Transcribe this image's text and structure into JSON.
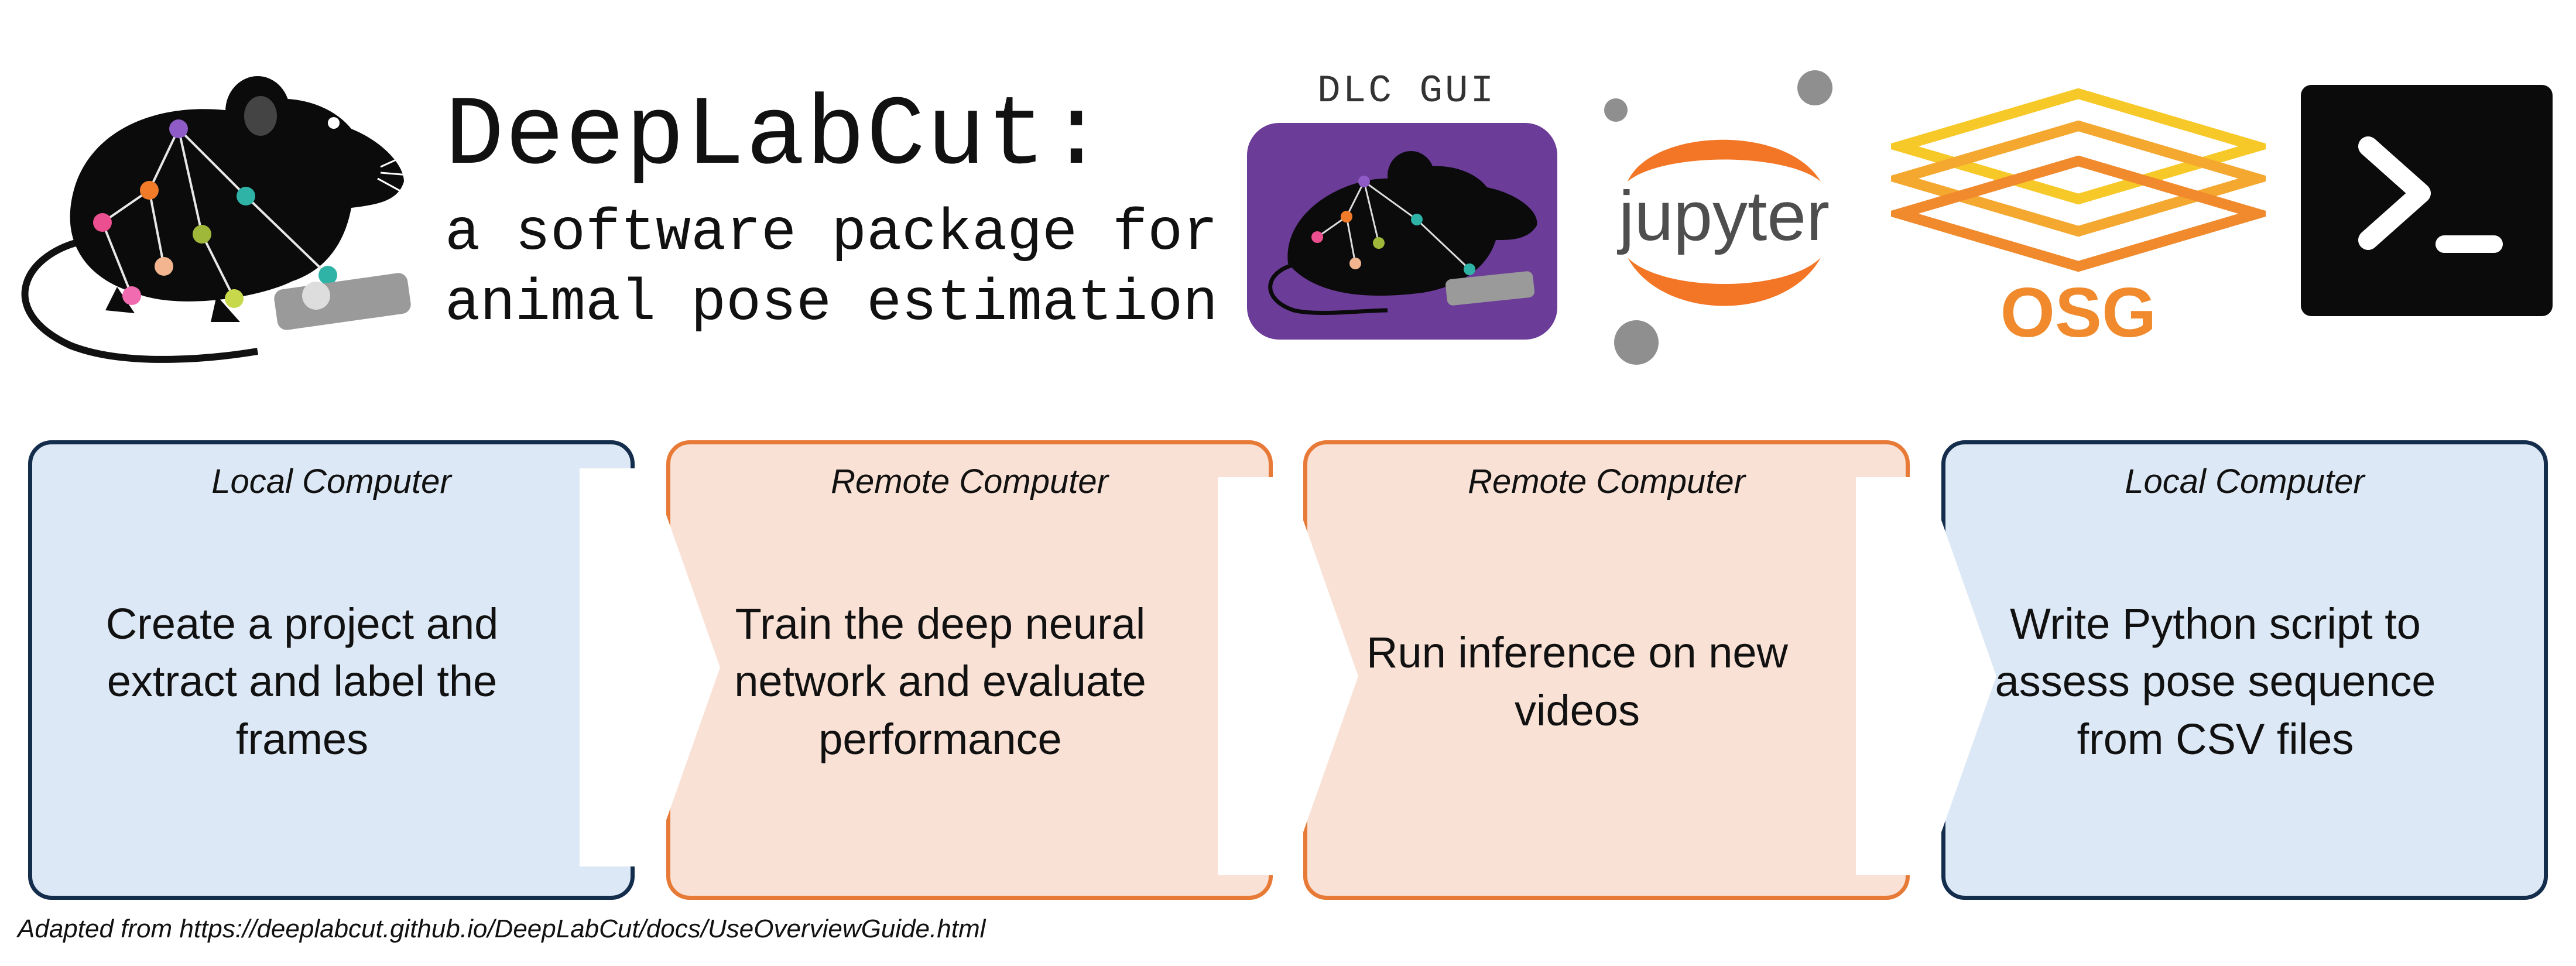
{
  "header": {
    "title": "DeepLabCut:",
    "subtitle_line1": "a software package for",
    "subtitle_line2": "animal pose estimation",
    "dlc_gui_label": "DLC GUI",
    "jupyter_label": "jupyter",
    "osg_label": "OSG"
  },
  "steps": [
    {
      "location": "Local Computer",
      "text": "Create a project and extract and label the frames",
      "kind": "local"
    },
    {
      "location": "Remote Computer",
      "text": "Train the deep neural network and evaluate performance",
      "kind": "remote"
    },
    {
      "location": "Remote Computer",
      "text": "Run inference on new videos",
      "kind": "remote"
    },
    {
      "location": "Local Computer",
      "text": "Write Python script to assess pose sequence from CSV files",
      "kind": "local"
    }
  ],
  "footnote": "Adapted from https://deeplabcut.github.io/DeepLabCut/docs/UseOverviewGuide.html",
  "colors": {
    "local_fill": "#dce8f5",
    "local_border": "#142d4c",
    "remote_fill": "#f9e1d5",
    "remote_border": "#e87a37",
    "dlc_purple": "#6b3c98",
    "jupyter_orange": "#f37626",
    "osg_orange": "#f08a2c",
    "osg_yellow": "#f7c928"
  },
  "icons": [
    "mouse-logo-icon",
    "dlc-gui-icon",
    "jupyter-logo-icon",
    "osg-logo-icon",
    "terminal-icon"
  ]
}
